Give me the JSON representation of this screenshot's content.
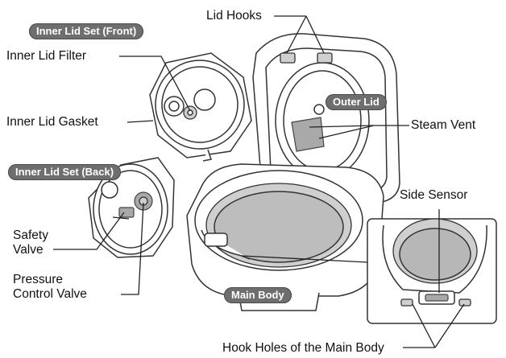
{
  "labels": {
    "lid_hooks": "Lid Hooks",
    "inner_lid_filter": "Inner Lid Filter",
    "inner_lid_gasket": "Inner Lid Gasket",
    "steam_vent": "Steam Vent",
    "side_sensor": "Side Sensor",
    "safety_valve_line1": "Safety",
    "safety_valve_line2": "Valve",
    "pressure_valve_line1": "Pressure",
    "pressure_valve_line2": "Control Valve",
    "hook_holes": "Hook Holes of the Main Body"
  },
  "badges": {
    "inner_lid_front": "Inner Lid Set (Front)",
    "inner_lid_back": "Inner Lid Set (Back)",
    "outer_lid": "Outer Lid",
    "main_body": "Main Body"
  },
  "colors": {
    "badge_bg": "#6e6e6e",
    "line": "#222222"
  }
}
